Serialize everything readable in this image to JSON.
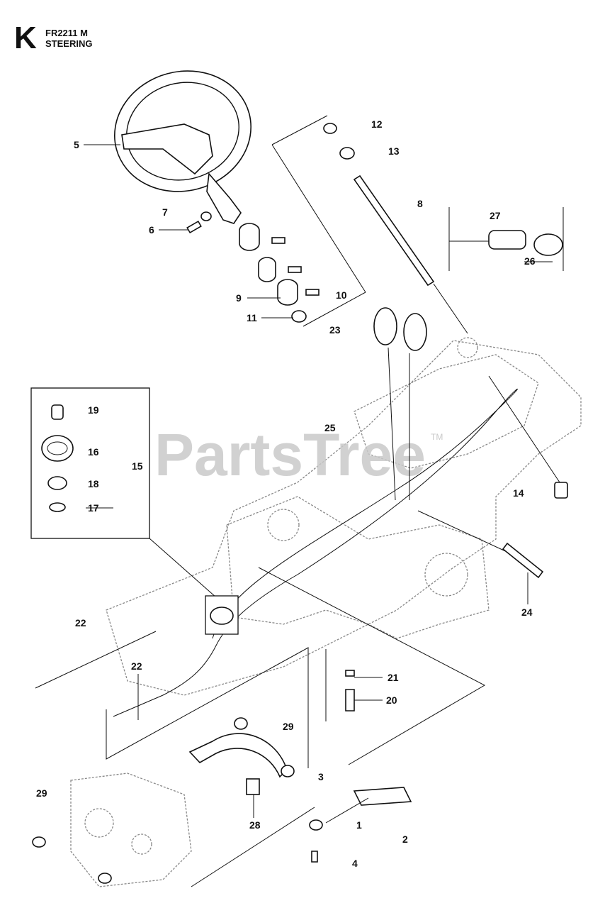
{
  "header": {
    "section_letter": "K",
    "model": "FR2211 M",
    "title": "STEERING"
  },
  "watermark": {
    "text": "PartsTree",
    "tm": "TM"
  },
  "callouts": [
    "5",
    "7",
    "6",
    "12",
    "13",
    "8",
    "27",
    "26",
    "9",
    "10",
    "11",
    "23",
    "19",
    "16",
    "15",
    "18",
    "17",
    "25",
    "14",
    "22",
    "22",
    "24",
    "21",
    "20",
    "29",
    "29",
    "3",
    "28",
    "1",
    "2",
    "4"
  ]
}
